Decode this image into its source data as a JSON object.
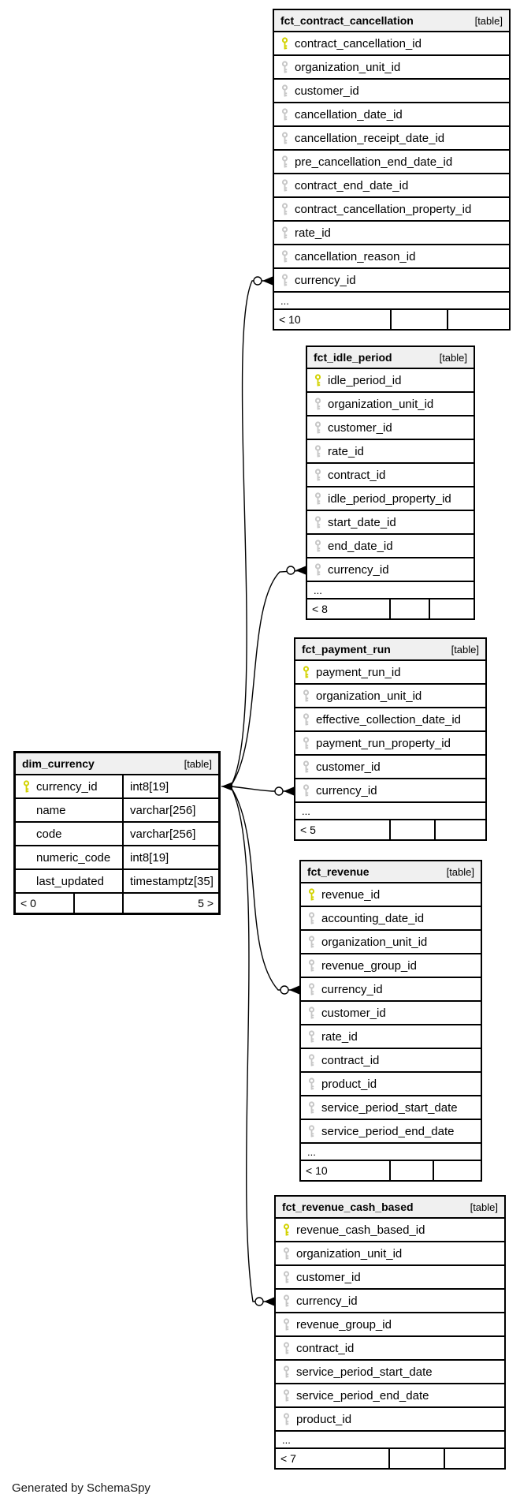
{
  "credit": "Generated by SchemaSpy",
  "colors": {
    "primary_key": "#d2d200",
    "foreign_key": "#c6c6c6",
    "header_bg": "#f0f0f0",
    "border": "#000000"
  },
  "tables": [
    {
      "name": "fct_contract_cancellation",
      "tag": "[table]",
      "columns": [
        {
          "name": "contract_cancellation_id",
          "key": "pk"
        },
        {
          "name": "organization_unit_id",
          "key": "fk"
        },
        {
          "name": "customer_id",
          "key": "fk"
        },
        {
          "name": "cancellation_date_id",
          "key": "fk"
        },
        {
          "name": "cancellation_receipt_date_id",
          "key": "fk"
        },
        {
          "name": "pre_cancellation_end_date_id",
          "key": "fk"
        },
        {
          "name": "contract_end_date_id",
          "key": "fk"
        },
        {
          "name": "contract_cancellation_property_id",
          "key": "fk"
        },
        {
          "name": "rate_id",
          "key": "fk"
        },
        {
          "name": "cancellation_reason_id",
          "key": "fk"
        },
        {
          "name": "currency_id",
          "key": "fk"
        }
      ],
      "ellipsis": "...",
      "footer": {
        "left": "< 10",
        "mid": "",
        "right": ""
      }
    },
    {
      "name": "fct_idle_period",
      "tag": "[table]",
      "columns": [
        {
          "name": "idle_period_id",
          "key": "pk"
        },
        {
          "name": "organization_unit_id",
          "key": "fk"
        },
        {
          "name": "customer_id",
          "key": "fk"
        },
        {
          "name": "rate_id",
          "key": "fk"
        },
        {
          "name": "contract_id",
          "key": "fk"
        },
        {
          "name": "idle_period_property_id",
          "key": "fk"
        },
        {
          "name": "start_date_id",
          "key": "fk"
        },
        {
          "name": "end_date_id",
          "key": "fk"
        },
        {
          "name": "currency_id",
          "key": "fk"
        }
      ],
      "ellipsis": "...",
      "footer": {
        "left": "< 8",
        "mid": "",
        "right": ""
      }
    },
    {
      "name": "fct_payment_run",
      "tag": "[table]",
      "columns": [
        {
          "name": "payment_run_id",
          "key": "pk"
        },
        {
          "name": "organization_unit_id",
          "key": "fk"
        },
        {
          "name": "effective_collection_date_id",
          "key": "fk"
        },
        {
          "name": "payment_run_property_id",
          "key": "fk"
        },
        {
          "name": "customer_id",
          "key": "fk"
        },
        {
          "name": "currency_id",
          "key": "fk"
        }
      ],
      "ellipsis": "...",
      "footer": {
        "left": "< 5",
        "mid": "",
        "right": ""
      }
    },
    {
      "name": "dim_currency",
      "tag": "[table]",
      "columns": [
        {
          "name": "currency_id",
          "type": "int8[19]",
          "key": "pk"
        },
        {
          "name": "name",
          "type": "varchar[256]",
          "key": ""
        },
        {
          "name": "code",
          "type": "varchar[256]",
          "key": ""
        },
        {
          "name": "numeric_code",
          "type": "int8[19]",
          "key": ""
        },
        {
          "name": "last_updated",
          "type": "timestamptz[35]",
          "key": ""
        }
      ],
      "footer": {
        "left": "< 0",
        "mid": "",
        "right": "5 >"
      }
    },
    {
      "name": "fct_revenue",
      "tag": "[table]",
      "columns": [
        {
          "name": "revenue_id",
          "key": "pk"
        },
        {
          "name": "accounting_date_id",
          "key": "fk"
        },
        {
          "name": "organization_unit_id",
          "key": "fk"
        },
        {
          "name": "revenue_group_id",
          "key": "fk"
        },
        {
          "name": "currency_id",
          "key": "fk"
        },
        {
          "name": "customer_id",
          "key": "fk"
        },
        {
          "name": "rate_id",
          "key": "fk"
        },
        {
          "name": "contract_id",
          "key": "fk"
        },
        {
          "name": "product_id",
          "key": "fk"
        },
        {
          "name": "service_period_start_date",
          "key": "fk"
        },
        {
          "name": "service_period_end_date",
          "key": "fk"
        }
      ],
      "ellipsis": "...",
      "footer": {
        "left": "< 10",
        "mid": "",
        "right": ""
      }
    },
    {
      "name": "fct_revenue_cash_based",
      "tag": "[table]",
      "columns": [
        {
          "name": "revenue_cash_based_id",
          "key": "pk"
        },
        {
          "name": "organization_unit_id",
          "key": "fk"
        },
        {
          "name": "customer_id",
          "key": "fk"
        },
        {
          "name": "currency_id",
          "key": "fk"
        },
        {
          "name": "revenue_group_id",
          "key": "fk"
        },
        {
          "name": "contract_id",
          "key": "fk"
        },
        {
          "name": "service_period_start_date",
          "key": "fk"
        },
        {
          "name": "service_period_end_date",
          "key": "fk"
        },
        {
          "name": "product_id",
          "key": "fk"
        }
      ],
      "ellipsis": "...",
      "footer": {
        "left": "< 7",
        "mid": "",
        "right": ""
      }
    }
  ]
}
